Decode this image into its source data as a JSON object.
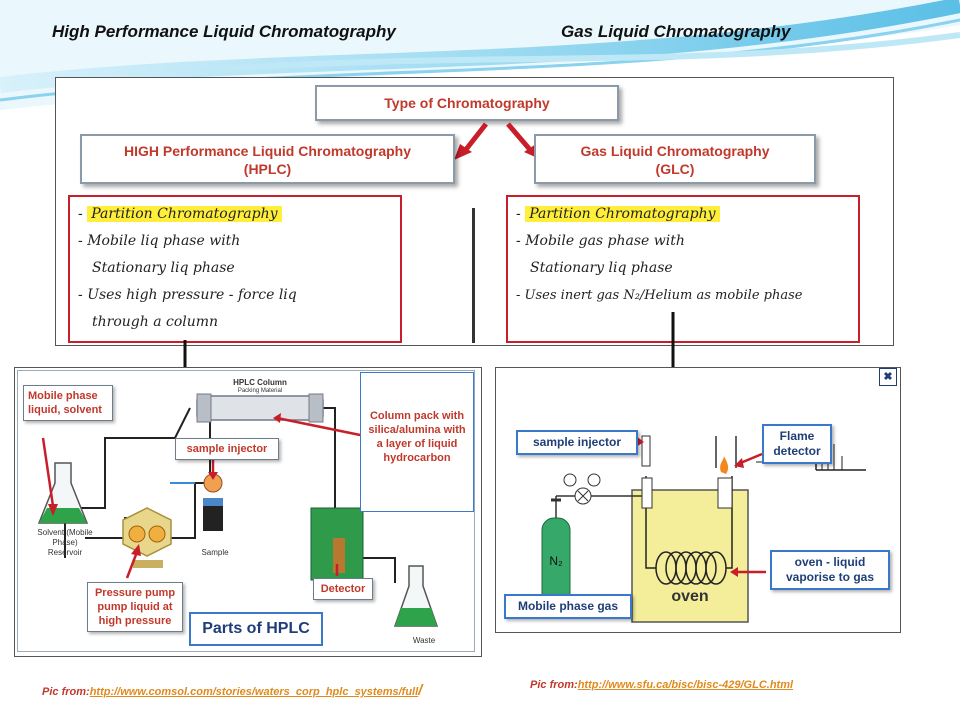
{
  "header": {
    "left_title": "High Performance Liquid Chromatography",
    "right_title": "Gas Liquid Chromatography"
  },
  "top_diagram": {
    "root_label": "Type of Chromatography",
    "hplc_box": {
      "line1": "HIGH Performance Liquid Chromatography",
      "line2": "(HPLC)"
    },
    "glc_box": {
      "line1": "Gas Liquid Chromatography",
      "line2": "(GLC)"
    },
    "hplc_notes": [
      "Partition Chromatography",
      "Mobile liq phase with",
      "Stationary liq phase",
      "Uses high pressure - force liq",
      "through a column"
    ],
    "glc_notes": [
      "Partition Chromatography",
      "Mobile gas phase with",
      "Stationary liq phase",
      "Uses inert gas N₂/Helium as mobile phase"
    ],
    "bullet": "-"
  },
  "hplc_panel": {
    "mobile_phase": "Mobile phase liquid, solvent",
    "hplc_column": "HPLC Column",
    "packing_material": "Packing Material",
    "column_pack": "Column pack with silica/alumina with a layer of liquid hydrocarbon",
    "sample_injector": "sample injector",
    "sample": "Sample",
    "solvent": "Solvent (Mobile Phase) Reservoir",
    "pump": "Pressure pump pump liquid at high pressure",
    "detector": "Detector",
    "waste": "Waste",
    "title": "Parts of HPLC"
  },
  "glc_panel": {
    "close": "✖",
    "sample_injector": "sample injector",
    "flame_detector": "Flame detector",
    "oven_label": "oven - liquid vaporise to gas",
    "oven": "oven",
    "cylinder": "N₂",
    "mobile_gas": "Mobile phase gas"
  },
  "citations": {
    "left_prefix": "Pic from:",
    "left_url": "http://www.comsol.com/stories/waters_corp_hplc_systems/full",
    "left_suffix": "/",
    "right_prefix": "Pic from:",
    "right_url": "http://www.sfu.ca/bisc/bisc-429/GLC.html"
  },
  "colors": {
    "accent_red": "#c81e2a",
    "highlight": "#ffef3a",
    "blue_label": "#3a78c9",
    "oven_yellow": "#f4ee9a"
  }
}
